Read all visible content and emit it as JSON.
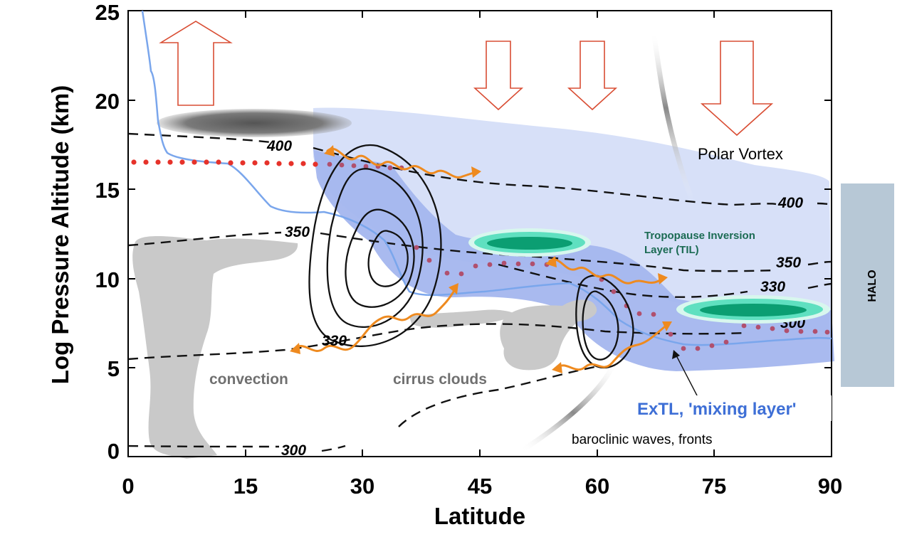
{
  "axes": {
    "y_title": "Log Pressure Altitude (km)",
    "x_title": "Latitude",
    "y_ticks": [
      "25",
      "20",
      "15",
      "10",
      "5",
      "0"
    ],
    "x_ticks": [
      "0",
      "15",
      "30",
      "45",
      "60",
      "75",
      "90"
    ],
    "x_range": [
      0,
      90
    ],
    "y_range": [
      0,
      25
    ]
  },
  "isentropes": {
    "label_400_left": "400",
    "label_400_right": "400",
    "label_350_left": "350",
    "label_350_right": "350",
    "label_330_right": "330",
    "label_330_left": "330",
    "label_300_right": "300",
    "label_300_bottom": "300"
  },
  "labels": {
    "polar_vortex": "Polar Vortex",
    "til_line1": "Tropopause Inversion",
    "til_line2": "Layer (TIL)",
    "convection": "convection",
    "cirrus": "cirrus clouds",
    "extl": "ExTL, 'mixing layer'",
    "baroclinic": "baroclinic waves, fronts",
    "halo": "HALO"
  },
  "colors": {
    "stratosphere_fill": "#d7e0f8",
    "extl_fill": "#a4b6ee",
    "tropopause_line": "#7aa6ec",
    "tropopause_dots": "#e6322a",
    "mixing_dots": "#b0506e",
    "arrow_outline": "#d94d33",
    "wave_arrow": "#ee8a1f",
    "til_ellipse": "#0b9e72",
    "cloud_gray": "#c9c9c9",
    "halo_box": "#b7c8d6"
  }
}
